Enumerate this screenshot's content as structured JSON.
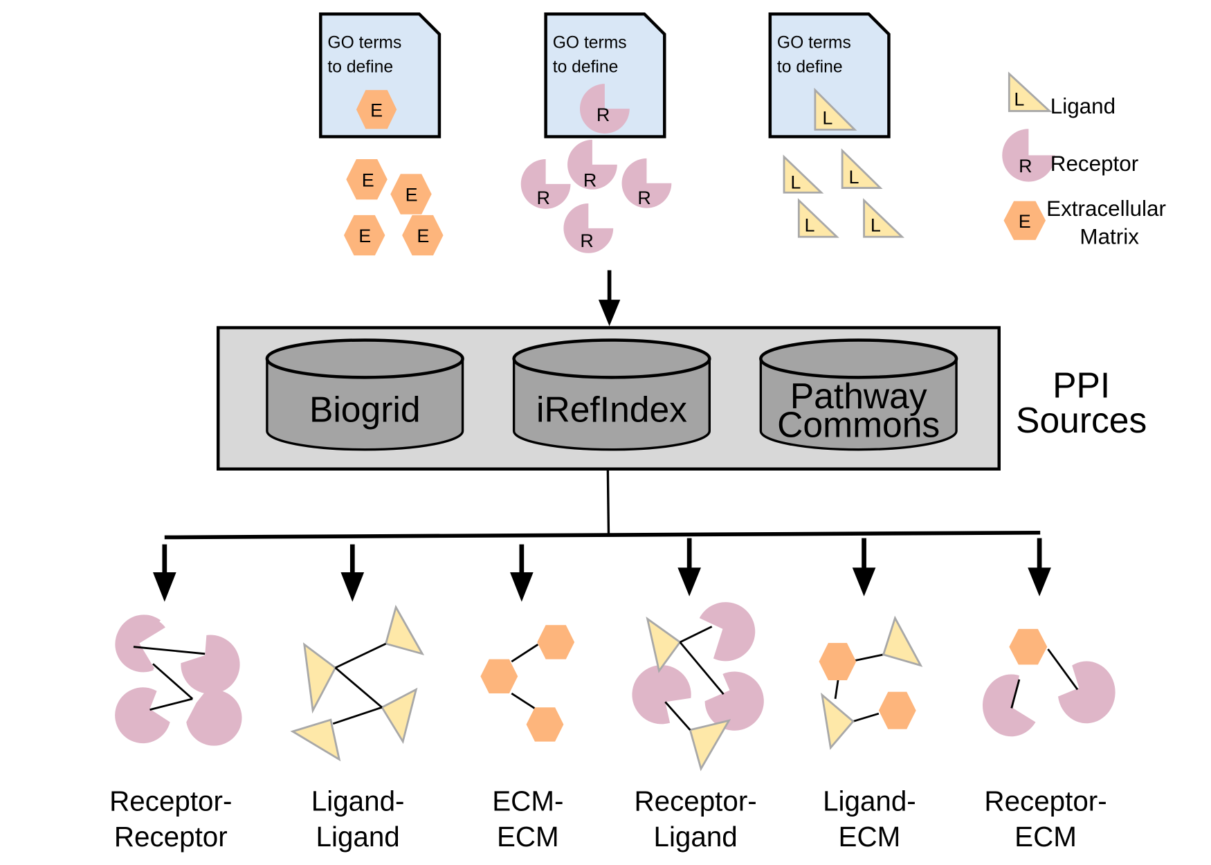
{
  "colors": {
    "ecm": "#fdb57c",
    "receptor": "#dfb6c8",
    "ligand": "#fee8a8",
    "document": "#d9e7f6",
    "ppi_box": "#d8d8d8",
    "database": "#a4a4a4"
  },
  "go_documents": [
    {
      "line1": "GO terms",
      "line2": "to define",
      "icon": "ecm-hexagon-icon",
      "glyph": "E"
    },
    {
      "line1": "GO terms",
      "line2": "to define",
      "icon": "receptor-pacman-icon",
      "glyph": "R"
    },
    {
      "line1": "GO terms",
      "line2": "to define",
      "icon": "ligand-triangle-icon",
      "glyph": "L"
    }
  ],
  "protein_clusters": {
    "ecm_glyphs": [
      "E",
      "E",
      "E",
      "E"
    ],
    "receptor_glyphs": [
      "R",
      "R",
      "R",
      "R"
    ],
    "ligand_glyphs": [
      "L",
      "L",
      "L",
      "L"
    ]
  },
  "legend": [
    {
      "glyph": "L",
      "label": "Ligand",
      "icon": "ligand-triangle-icon"
    },
    {
      "glyph": "R",
      "label": "Receptor",
      "icon": "receptor-pacman-icon"
    },
    {
      "glyph": "E",
      "label_line1": "Extracellular",
      "label_line2": "Matrix",
      "icon": "ecm-hexagon-icon"
    }
  ],
  "ppi_sources": {
    "title_line1": "PPI",
    "title_line2": "Sources",
    "databases": [
      {
        "line1": "Biogrid",
        "line2": ""
      },
      {
        "line1": "iRefIndex",
        "line2": ""
      },
      {
        "line1": "Pathway",
        "line2": "Commons"
      }
    ]
  },
  "interaction_types": [
    {
      "line1": "Receptor-",
      "line2": "Receptor"
    },
    {
      "line1": "Ligand-",
      "line2": "Ligand"
    },
    {
      "line1": "ECM-",
      "line2": "ECM"
    },
    {
      "line1": "Receptor-",
      "line2": "Ligand"
    },
    {
      "line1": "Ligand-",
      "line2": "ECM"
    },
    {
      "line1": "Receptor-",
      "line2": "ECM"
    }
  ]
}
